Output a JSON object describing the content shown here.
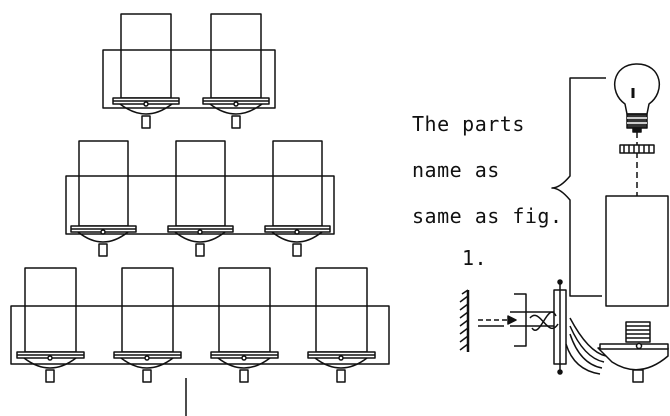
{
  "note": {
    "line1": "The parts",
    "line2": "name as",
    "line3": "same as fig.",
    "line4": "1."
  },
  "fixtures": [
    {
      "lights": 2
    },
    {
      "lights": 3
    },
    {
      "lights": 4
    }
  ],
  "colors": {
    "ink": "#111111",
    "paper": "#ffffff"
  }
}
